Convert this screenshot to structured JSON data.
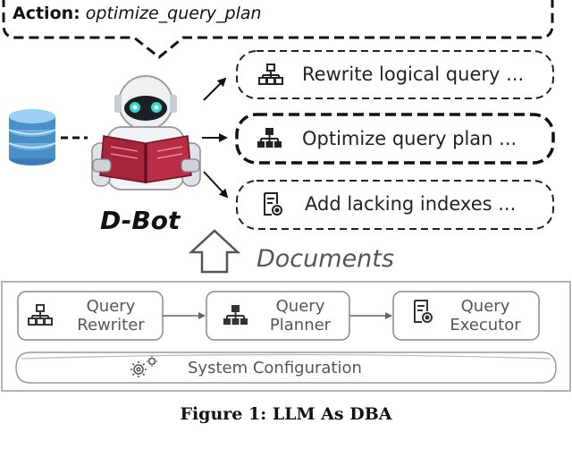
{
  "action": {
    "label": "Action:",
    "value": "optimize_query_plan"
  },
  "steps": [
    {
      "label": "Rewrite logical query ...",
      "icon": "hierarchy-icon"
    },
    {
      "label": "Optimize query plan ...",
      "icon": "hierarchy-icon"
    },
    {
      "label": "Add lacking indexes ...",
      "icon": "document-gear-icon"
    }
  ],
  "agent": {
    "name": "D-Bot"
  },
  "documents_label": "Documents",
  "system": {
    "components": [
      {
        "line1": "Query",
        "line2": "Rewriter",
        "icon": "hierarchy-icon"
      },
      {
        "line1": "Query",
        "line2": "Planner",
        "icon": "hierarchy-icon"
      },
      {
        "line1": "Query",
        "line2": "Executor",
        "icon": "document-gear-icon"
      }
    ],
    "configuration_label": "System Configuration"
  },
  "caption": "Figure 1: LLM As DBA",
  "colors": {
    "border": "#222222",
    "grey_border": "#9a9a9a",
    "database": "#4a90c8",
    "book": "#a8243a"
  }
}
